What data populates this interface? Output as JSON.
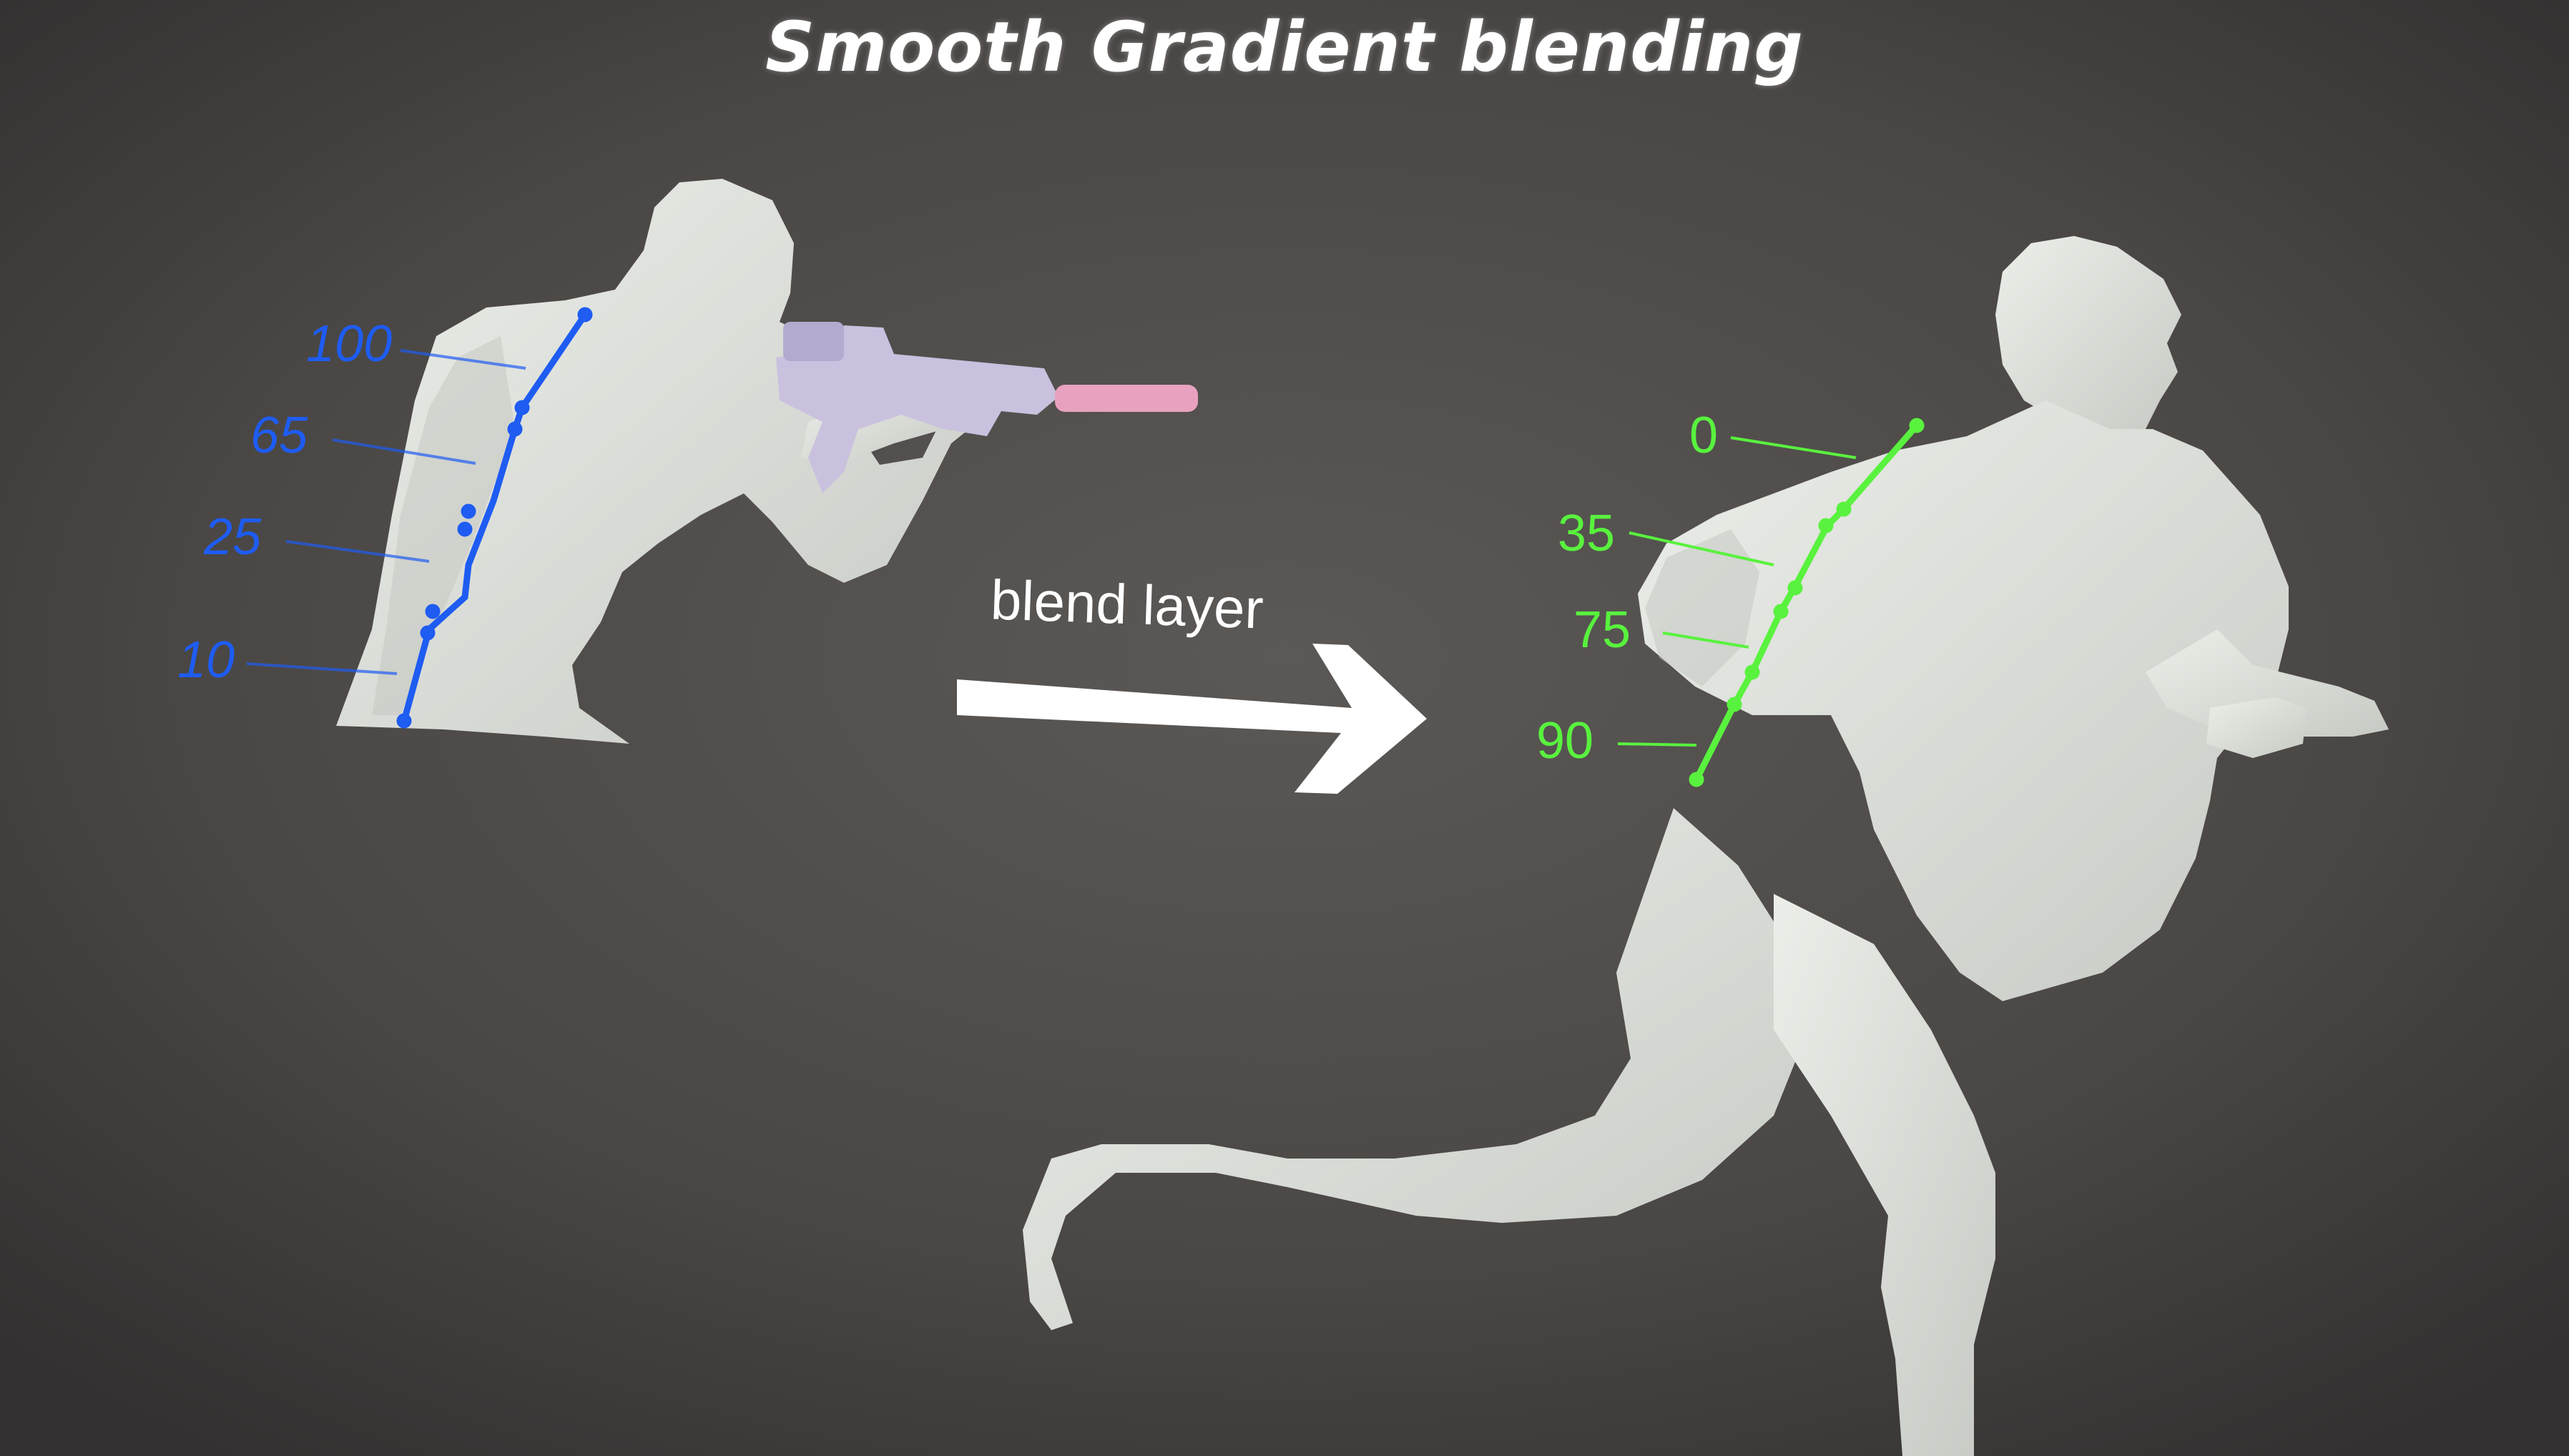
{
  "title": "Smooth Gradient blending",
  "arrow_label": "blend layer",
  "left_figure": {
    "color": "#1e5cf2",
    "spine_weights": [
      "100",
      "65",
      "25",
      "10"
    ]
  },
  "right_figure": {
    "color": "#59f23e",
    "spine_weights": [
      "0",
      "35",
      "75",
      "90"
    ]
  },
  "colors": {
    "background": "#3f3d3b",
    "figure": "#dcded9",
    "rifle": "#c9c1de",
    "suppressor": "#e8a2bf",
    "arrow": "#ffffff"
  }
}
